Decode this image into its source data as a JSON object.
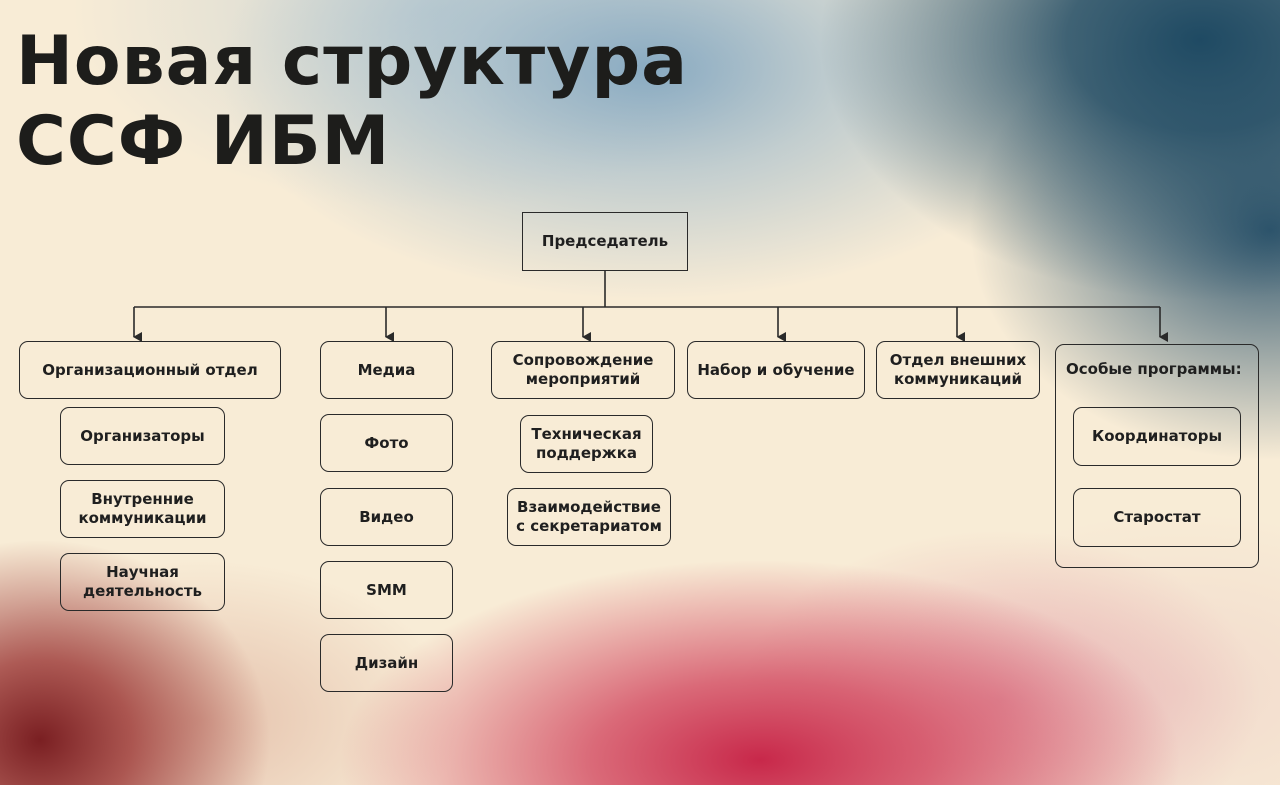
{
  "title": {
    "line1": "Новая структура",
    "line2": "ССФ ИБМ"
  },
  "chairman": "Председатель",
  "departments": {
    "org": {
      "label": "Организационный отдел",
      "items": [
        "Организаторы",
        "Внутренние коммуникации",
        "Научная деятельность"
      ]
    },
    "media": {
      "label": "Медиа",
      "items": [
        "Фото",
        "Видео",
        "SMM",
        "Дизайн"
      ]
    },
    "events": {
      "label": "Сопровождение мероприятий",
      "items": [
        "Техническая поддержка",
        "Взаимодействие с секретариатом"
      ]
    },
    "recruit": {
      "label": "Набор и обучение"
    },
    "external": {
      "label": "Отдел внешних коммуникаций"
    },
    "special": {
      "label": "Особые программы:",
      "items": [
        "Координаторы",
        "Старостат"
      ]
    }
  },
  "colors": {
    "line": "#2a2a2a",
    "text": "#1f1f1f",
    "background": "#f8ecd6",
    "accent_blue": "#1f4a63",
    "accent_red": "#c8284a"
  }
}
